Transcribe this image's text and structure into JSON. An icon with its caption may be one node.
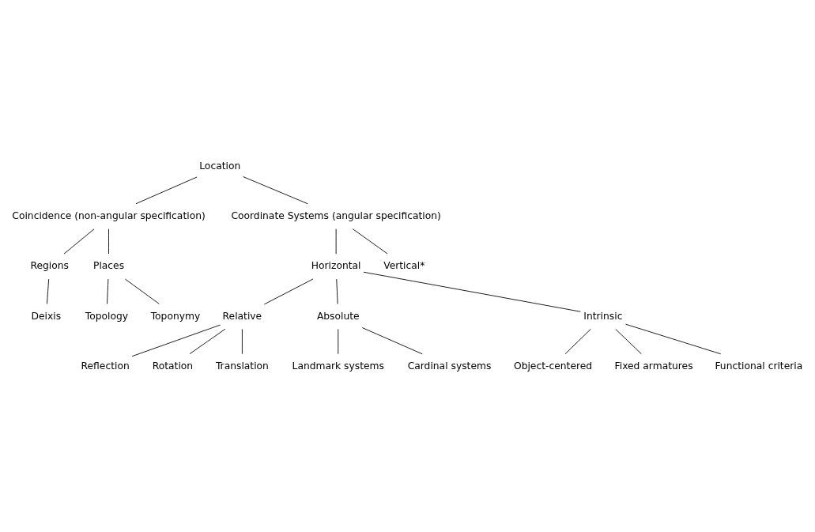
{
  "diagram": {
    "nodes": [
      {
        "text": [
          "Location"
        ]
      },
      {
        "text": [
          "Coincidence (non-angular specification)"
        ]
      },
      {
        "text": [
          "Coordinate Systems (angular specification)"
        ]
      },
      {
        "text": [
          "Regions"
        ]
      },
      {
        "text": [
          "Places"
        ]
      },
      {
        "text": [
          "Deixis"
        ]
      },
      {
        "text": [
          "Topology"
        ]
      },
      {
        "text": [
          "Toponymy"
        ]
      },
      {
        "text": [
          "Horizontal"
        ]
      },
      {
        "text": [
          "Vertical*"
        ]
      },
      {
        "text": [
          "Relative"
        ]
      },
      {
        "text": [
          "Absolute"
        ]
      },
      {
        "text": [
          "Intrinsic"
        ]
      },
      {
        "text": [
          "Landmark systems"
        ]
      },
      {
        "text": [
          "Cardinal systems"
        ]
      },
      {
        "text": [
          "Reflection"
        ]
      },
      {
        "text": [
          "Rotation"
        ]
      },
      {
        "text": [
          "Translation"
        ]
      },
      {
        "text": [
          "Object-centered"
        ]
      },
      {
        "text": [
          "Fixed armatures"
        ]
      },
      {
        "text": [
          "Functional criteria"
        ]
      }
    ],
    "edges": [
      {
        "from": 0,
        "to": 1,
        "arrow": "none"
      },
      {
        "from": 0,
        "to": 2,
        "arrow": "none"
      },
      {
        "from": 1,
        "to": 3,
        "arrow": "none"
      },
      {
        "from": 1,
        "to": 4,
        "arrow": "none"
      },
      {
        "from": 3,
        "to": 5,
        "arrow": "none"
      },
      {
        "from": 4,
        "to": 6,
        "arrow": "none"
      },
      {
        "from": 4,
        "to": 7,
        "arrow": "none"
      },
      {
        "from": 2,
        "to": 8,
        "arrow": "none"
      },
      {
        "from": 2,
        "to": 9,
        "arrow": "none"
      },
      {
        "from": 8,
        "to": 10,
        "arrow": "none"
      },
      {
        "from": 8,
        "to": 11,
        "arrow": "none"
      },
      {
        "from": 8,
        "to": 12,
        "arrow": "none"
      },
      {
        "from": 11,
        "to": 13,
        "arrow": "none"
      },
      {
        "from": 11,
        "to": 14,
        "arrow": "none"
      },
      {
        "from": 10,
        "to": 15,
        "arrow": "none"
      },
      {
        "from": 10,
        "to": 16,
        "arrow": "none"
      },
      {
        "from": 10,
        "to": 17,
        "arrow": "none"
      },
      {
        "from": 12,
        "to": 18,
        "arrow": "none"
      },
      {
        "from": 12,
        "to": 19,
        "arrow": "none"
      },
      {
        "from": 12,
        "to": 20,
        "arrow": "none"
      }
    ]
  }
}
